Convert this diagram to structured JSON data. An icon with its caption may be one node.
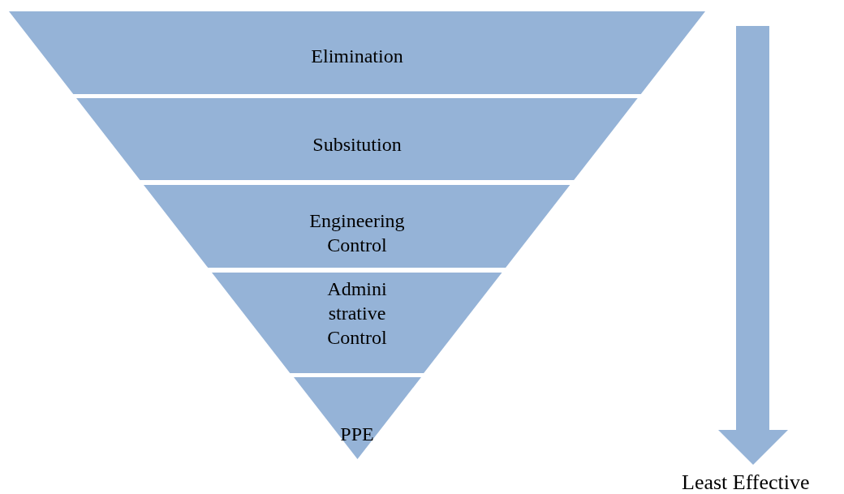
{
  "diagram": {
    "nodes": [
      {
        "text": [
          "Elimination"
        ]
      },
      {
        "text": [
          "Subsitution"
        ]
      },
      {
        "text": [
          "Engineering Control"
        ]
      },
      {
        "text": [
          "Admini strative Control"
        ]
      },
      {
        "text": [
          "PPE"
        ]
      }
    ],
    "labels": [
      "Least Effective"
    ]
  }
}
